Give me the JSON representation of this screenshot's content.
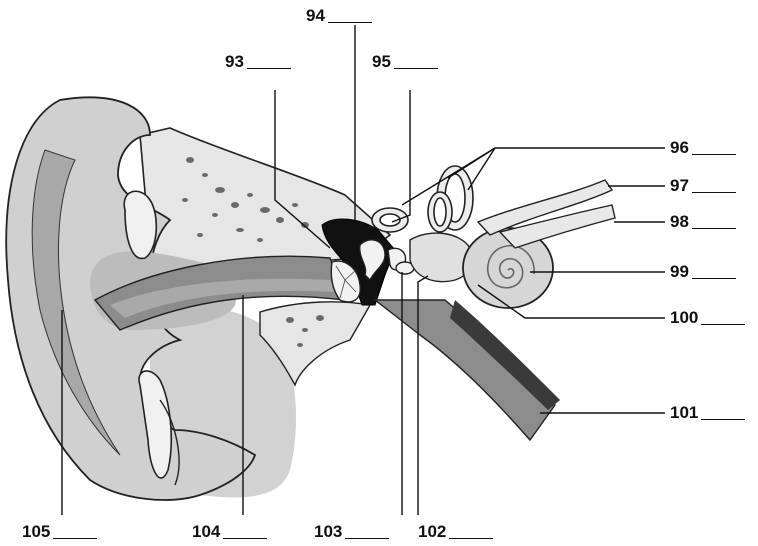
{
  "figure": {
    "subject": "ear-anatomy-cross-section",
    "colors": {
      "skin": "#cfcfcf",
      "skin_dark": "#9a9a9a",
      "bone": "#e4e4e4",
      "bone_spots": "#6f6f6f",
      "canal": "#8e8e8e",
      "cavity": "#111111",
      "outline": "#222222"
    }
  },
  "labels": [
    {
      "id": "93",
      "text": "93"
    },
    {
      "id": "94",
      "text": "94"
    },
    {
      "id": "95",
      "text": "95"
    },
    {
      "id": "96",
      "text": "96"
    },
    {
      "id": "97",
      "text": "97"
    },
    {
      "id": "98",
      "text": "98"
    },
    {
      "id": "99",
      "text": "99"
    },
    {
      "id": "100",
      "text": "100"
    },
    {
      "id": "101",
      "text": "101"
    },
    {
      "id": "102",
      "text": "102"
    },
    {
      "id": "103",
      "text": "103"
    },
    {
      "id": "104",
      "text": "104"
    },
    {
      "id": "105",
      "text": "105"
    }
  ]
}
